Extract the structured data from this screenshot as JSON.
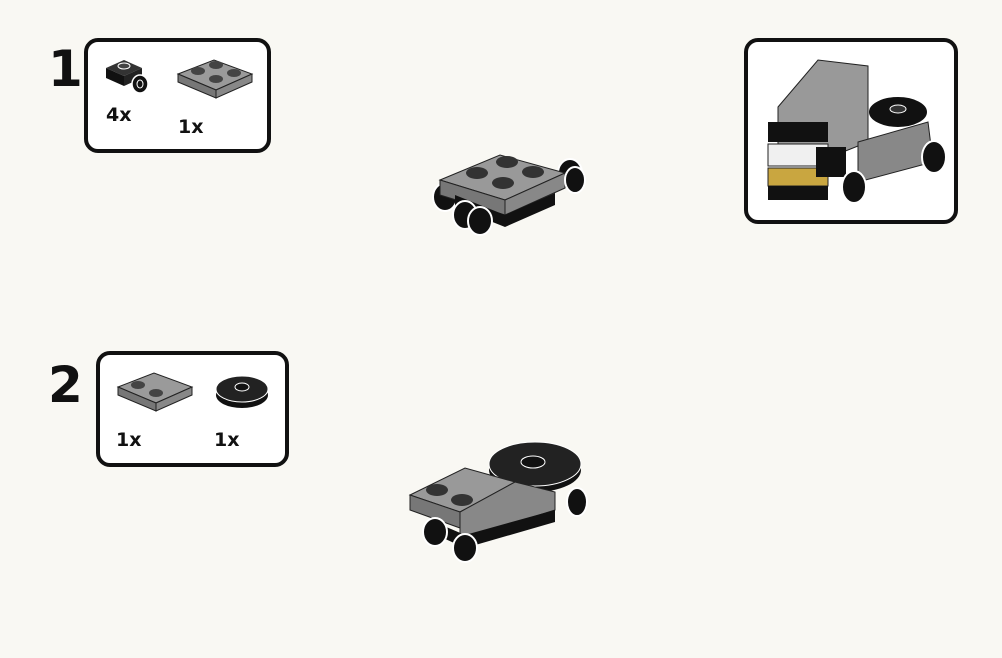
{
  "steps": [
    {
      "number": "1",
      "parts": [
        {
          "qty": "4x",
          "name": "plate-with-wheel-holder"
        },
        {
          "qty": "1x",
          "name": "plate-2x2"
        }
      ]
    },
    {
      "number": "2",
      "parts": [
        {
          "qty": "1x",
          "name": "plate-2x2-two-studs"
        },
        {
          "qty": "1x",
          "name": "round-tile-2x2"
        }
      ]
    }
  ],
  "colors": {
    "background": "#f9f8f3",
    "gray": "#8e8e8e",
    "black": "#111111",
    "gold": "#c9a640"
  }
}
